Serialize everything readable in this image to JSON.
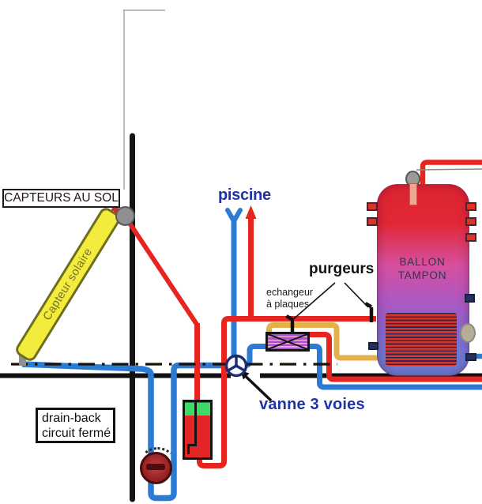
{
  "labels": {
    "capteurs_au_sol": "CAPTEURS AU SOL",
    "capteur_solaire": "Capteur solaire",
    "piscine": "piscine",
    "purgeurs": "purgeurs",
    "echangeur_line1": "echangeur",
    "echangeur_line2": "à plaques",
    "ballon_line1": "BALLON",
    "ballon_line2": "TAMPON",
    "vanne_3_voies": "vanne 3 voies",
    "drainback_line1": "drain-back",
    "drainback_line2": "circuit fermé"
  },
  "colors": {
    "hot_pipe": "#e62420",
    "cold_pipe": "#2b7bd4",
    "warm_loop": "#e3b049",
    "floor_line": "#101010",
    "wall_line": "#141414",
    "collector_fill": "#f4ec3c",
    "collector_border": "#6e6e20",
    "exchanger_fill": "#a84fe0",
    "valve_color": "#1c2c6e",
    "label_blue": "#2033a6",
    "reservoir_red": "#e32525",
    "reservoir_green": "#3fd969"
  }
}
